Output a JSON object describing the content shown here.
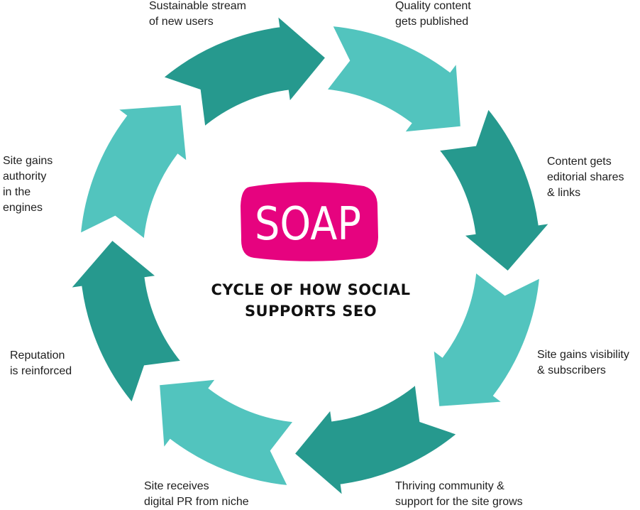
{
  "logo": {
    "text": "SOAP",
    "color": "#e6037f",
    "text_color": "#ffffff"
  },
  "center_title": "CYCLE OF HOW SOCIAL\nSUPPORTS SEO",
  "colors": {
    "dark_teal": "#26998e",
    "light_teal": "#52c4be"
  },
  "steps": [
    {
      "text": "Quality content\ngets published",
      "arrow_shade": "light"
    },
    {
      "text": "Content gets\neditorial shares\n& links",
      "arrow_shade": "dark"
    },
    {
      "text": "Site gains visibility\n& subscribers",
      "arrow_shade": "light"
    },
    {
      "text": "Thriving community &\nsupport for the site grows",
      "arrow_shade": "dark"
    },
    {
      "text": "Site receives\ndigital PR from niche",
      "arrow_shade": "light"
    },
    {
      "text": "Reputation\nis reinforced",
      "arrow_shade": "dark"
    },
    {
      "text": "Site gains\nauthority\nin the\nengines",
      "arrow_shade": "light"
    },
    {
      "text": "Sustainable stream\nof new users",
      "arrow_shade": "dark"
    }
  ]
}
